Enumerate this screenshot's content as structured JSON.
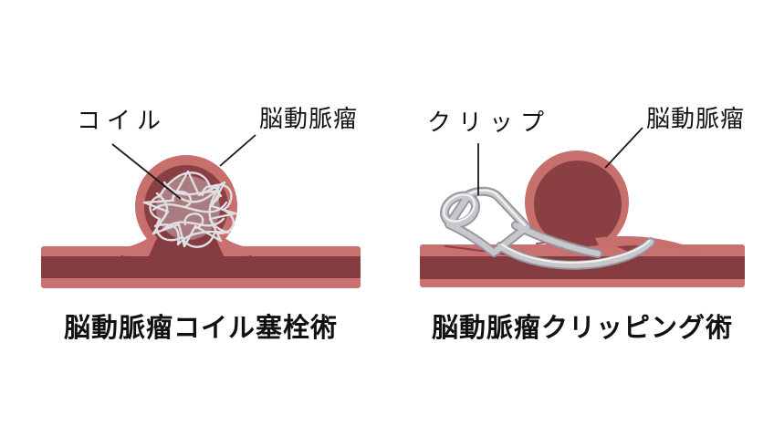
{
  "figure": {
    "type": "medical-illustration",
    "subject": "brain aneurysm treatments"
  },
  "colors": {
    "vessel_light": "#c97170",
    "vessel_dark": "#843c40",
    "aneurysm_rim": "#c66f6d",
    "aneurysm_dark": "#8a3f43",
    "coil_gray": "#dfdfe3",
    "clip_dark": "#95959b",
    "clip_mid": "#c7c7cc",
    "clip_hi": "#f2f2f5",
    "leader": "#1a1a1a",
    "text": "#111111"
  },
  "panels": [
    {
      "id": "coil-embolization",
      "labels": [
        {
          "text": "コイル"
        },
        {
          "text": "脳動脈瘤"
        }
      ],
      "caption": "脳動脈瘤コイル塞栓術"
    },
    {
      "id": "clipping",
      "labels": [
        {
          "text": "クリップ"
        },
        {
          "text": "脳動脈瘤"
        }
      ],
      "caption": "脳動脈瘤クリッピング術"
    }
  ]
}
